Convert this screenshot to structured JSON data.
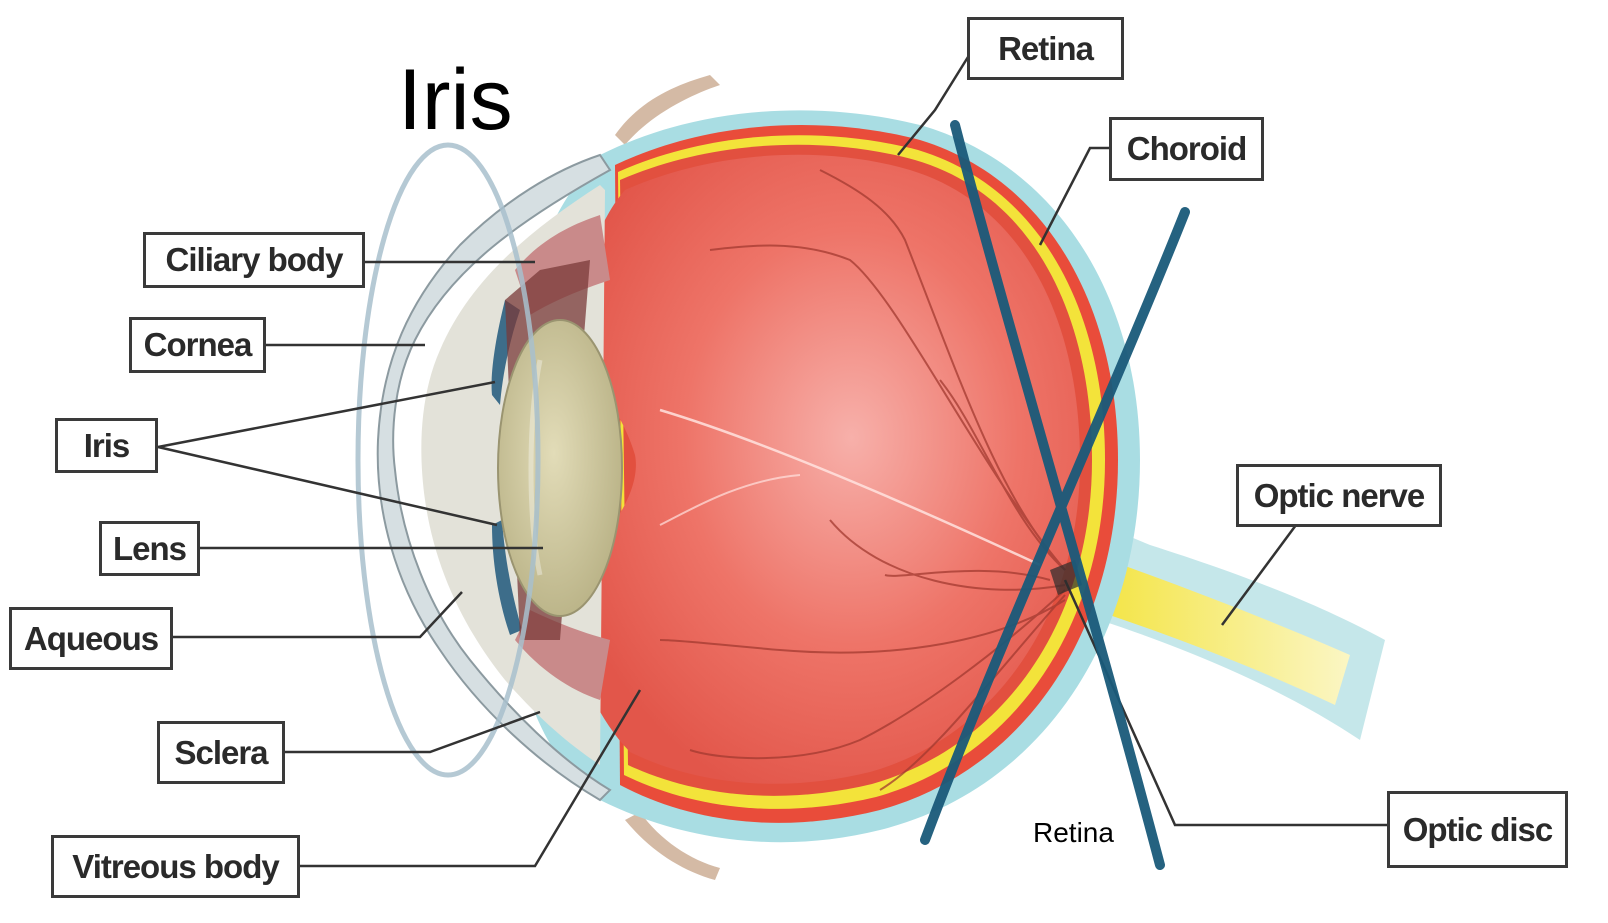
{
  "annotations": {
    "iris_big": "Iris",
    "retina_small": "Retina"
  },
  "labels": {
    "retina": "Retina",
    "choroid": "Choroid",
    "ciliary_body": "Ciliary body",
    "cornea": "Cornea",
    "iris": "Iris",
    "lens": "Lens",
    "aqueous": "Aqueous",
    "sclera": "Sclera",
    "vitreous_body": "Vitreous body",
    "optic_nerve": "Optic nerve",
    "optic_disc": "Optic disc"
  },
  "colors": {
    "eyeball": "#ec6a5e",
    "sclera": "#a9dde3",
    "choroid": "#f0e24a",
    "lens": "#c8c29a",
    "cross_marks": "#1a5a7a"
  }
}
